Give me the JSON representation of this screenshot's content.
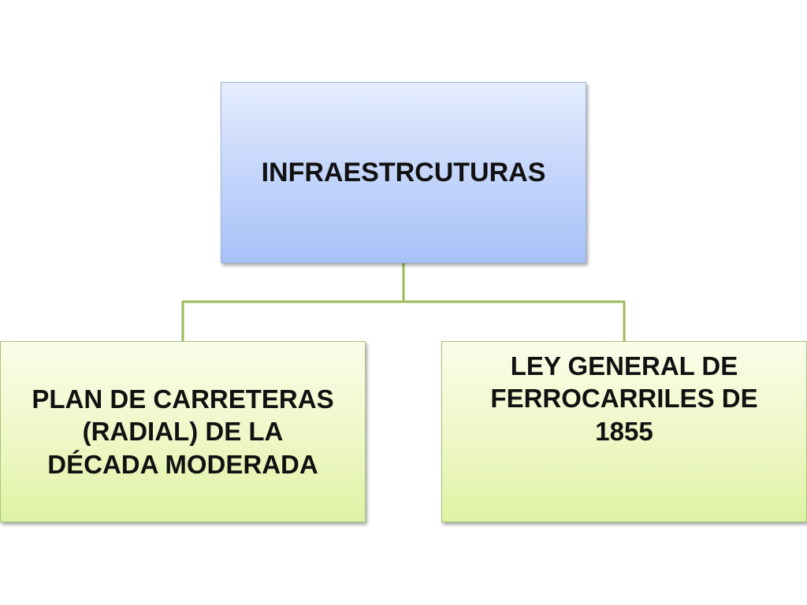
{
  "diagram": {
    "root": {
      "label": "INFRAESTRCUTURAS"
    },
    "children": [
      {
        "label": "PLAN DE CARRETERAS\n(RADIAL) DE LA\nDÉCADA MODERADA"
      },
      {
        "label": "LEY GENERAL DE\nFERROCARRILES DE\n1855"
      }
    ]
  },
  "colors": {
    "root_fill": "#bcd0fa",
    "child_fill": "#e9f6bd",
    "connector": "#9bbb59"
  }
}
